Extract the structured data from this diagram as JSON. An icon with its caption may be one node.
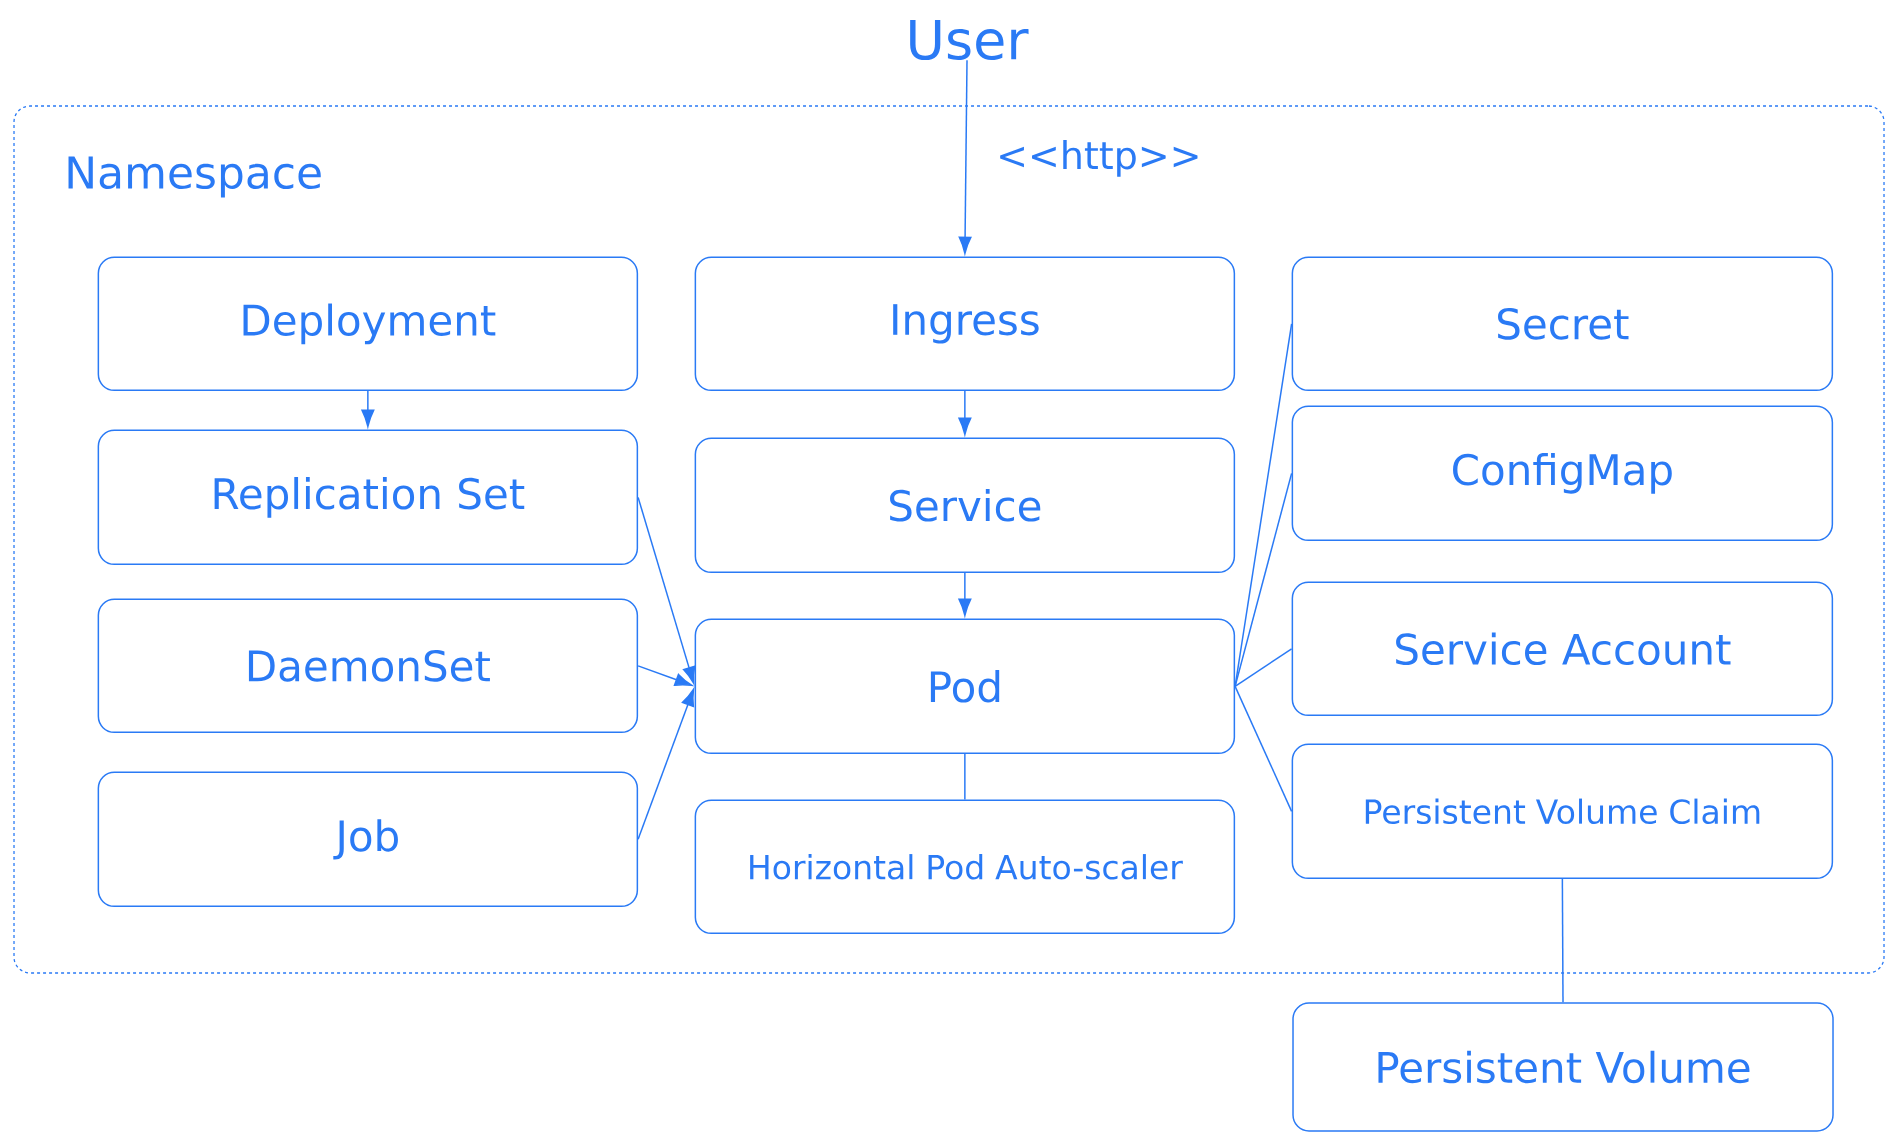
{
  "diagram": {
    "nodes": [
      {
        "text": [
          "User"
        ]
      },
      {
        "text": [
          "Namespace"
        ]
      },
      {
        "text": [
          "Deployment"
        ],
        "in": 1
      },
      {
        "text": [
          "Ingress"
        ],
        "in": 1
      },
      {
        "text": [
          "Secret"
        ],
        "in": 1
      },
      {
        "text": [
          "Replication Set"
        ],
        "in": 1
      },
      {
        "text": [
          "Service"
        ],
        "in": 1
      },
      {
        "text": [
          "ConfigMap"
        ],
        "in": 1
      },
      {
        "text": [
          "DaemonSet"
        ],
        "in": 1
      },
      {
        "text": [
          "Pod"
        ],
        "in": 1
      },
      {
        "text": [
          "Service Account"
        ],
        "in": 1
      },
      {
        "text": [
          "Job"
        ],
        "in": 1
      },
      {
        "text": [
          "Horizontal Pod Auto-scaler"
        ],
        "in": 1
      },
      {
        "text": [
          "Persistent Volume Claim"
        ],
        "in": 1
      },
      {
        "text": [
          "Persistent Volume"
        ]
      }
    ],
    "edges": [
      {
        "from": 0,
        "to": 3,
        "arrow": "to",
        "label": "<<http>>"
      },
      {
        "from": 2,
        "to": 5,
        "arrow": "to"
      },
      {
        "from": 3,
        "to": 6,
        "arrow": "to"
      },
      {
        "from": 6,
        "to": 9,
        "arrow": "to"
      },
      {
        "from": 5,
        "to": 9,
        "arrow": "to"
      },
      {
        "from": 8,
        "to": 9,
        "arrow": "to"
      },
      {
        "from": 11,
        "to": 9,
        "arrow": "to"
      },
      {
        "from": 9,
        "to": 12,
        "arrow": "none"
      },
      {
        "from": 9,
        "to": 4,
        "arrow": "none"
      },
      {
        "from": 9,
        "to": 7,
        "arrow": "none"
      },
      {
        "from": 9,
        "to": 10,
        "arrow": "none"
      },
      {
        "from": 9,
        "to": 13,
        "arrow": "none"
      },
      {
        "from": 13,
        "to": 14,
        "arrow": "none"
      }
    ]
  }
}
